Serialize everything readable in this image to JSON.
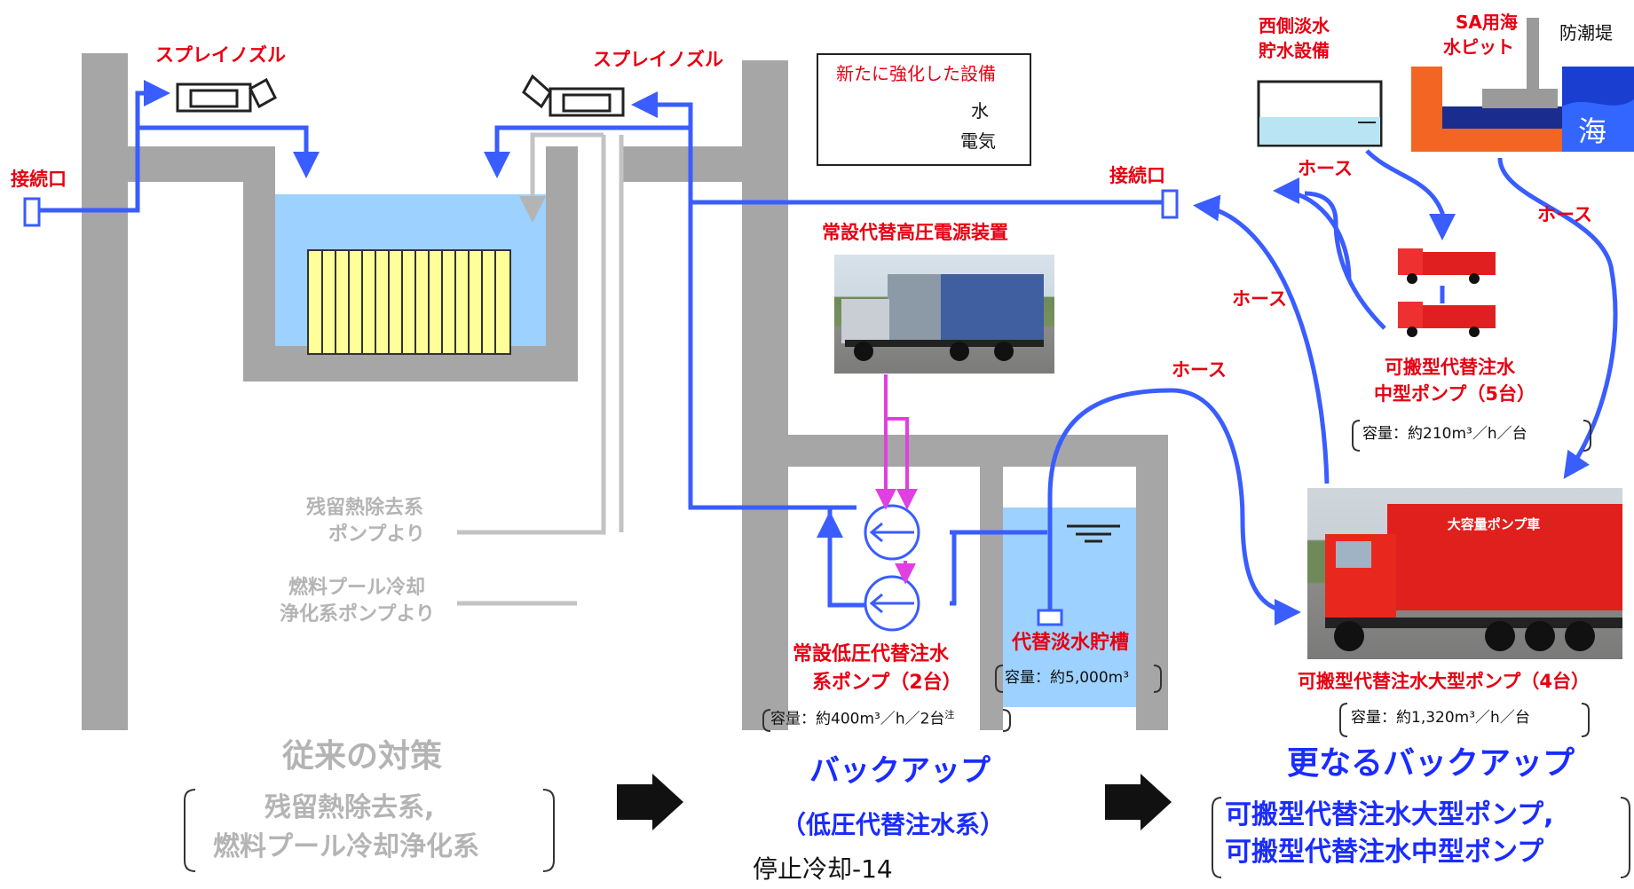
{
  "left": {
    "spray_nozzle_left": "スプレイノズル",
    "spray_nozzle_right": "スプレイノズル",
    "connection_port": "接続口",
    "rhr_pump_line1": "残留熱除去系",
    "rhr_pump_line2": "ポンプより",
    "fuel_pool_line1": "燃料プール冷却",
    "fuel_pool_line2": "浄化系ポンプより",
    "section_title": "従来の対策",
    "section_sub_line1": "残留熱除去系,",
    "section_sub_line2": "燃料プール冷却浄化系"
  },
  "legend": {
    "title": "新たに強化した設備",
    "water": "水",
    "electricity": "電気",
    "water_color": "#3a5dff",
    "electricity_color": "#e040e0"
  },
  "middle": {
    "hv_power_label": "常設代替高圧電源装置",
    "connection_port": "接続口",
    "hose_label": "ホース",
    "lp_pump_line1": "常設低圧代替注水",
    "lp_pump_line2": "系ポンプ（2台）",
    "lp_pump_capacity": "容量：約400m³／h／2台",
    "lp_pump_capacity_note": "注",
    "tank_label": "代替淡水貯槽",
    "tank_capacity": "容量：約5,000m³",
    "section_title": "バックアップ",
    "section_sub": "（低圧代替注水系）",
    "page_label": "停止冷却-14"
  },
  "right": {
    "west_water_line1": "西側淡水",
    "west_water_line2": "貯水設備",
    "sa_pit_line1": "SA用海",
    "sa_pit_line2": "水ピット",
    "seawall": "防潮堤",
    "sea": "海",
    "hose_1": "ホース",
    "hose_2": "ホース",
    "hose_3": "ホース",
    "mid_pump_line1": "可搬型代替注水",
    "mid_pump_line2": "中型ポンプ（5台）",
    "mid_pump_capacity": "容量：約210m³／h／台",
    "large_pump_label": "可搬型代替注水大型ポンプ（4台）",
    "large_pump_capacity": "容量：約1,320m³／h／台",
    "truck_sign": "大容量ポンプ車",
    "section_title": "更なるバックアップ",
    "section_sub_line1": "可搬型代替注水大型ポンプ,",
    "section_sub_line2": "可搬型代替注水中型ポンプ"
  }
}
